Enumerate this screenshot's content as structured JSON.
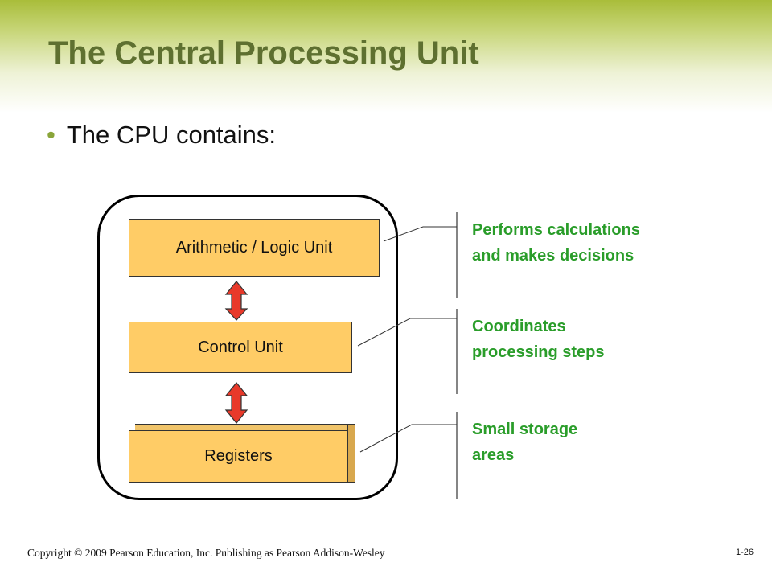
{
  "slide": {
    "title": "The Central Processing Unit",
    "bullet": "The CPU contains:",
    "units": {
      "alu": "Arithmetic / Logic Unit",
      "control": "Control Unit",
      "registers": "Registers"
    },
    "descriptions": {
      "alu": [
        "Performs calculations",
        "and makes decisions"
      ],
      "control": [
        "Coordinates",
        "processing steps"
      ],
      "registers": [
        "Small storage",
        "areas"
      ]
    },
    "footer": {
      "copyright": "Copyright © 2009 Pearson Education, Inc. Publishing as Pearson Addison-Wesley",
      "slide_number": "1-26"
    }
  },
  "colors": {
    "title": "#5e7030",
    "unit_fill": "#ffcc66",
    "arrow_fill": "#e8392a",
    "description_text": "#2a9d2a",
    "bullet": "#8aa53a"
  }
}
